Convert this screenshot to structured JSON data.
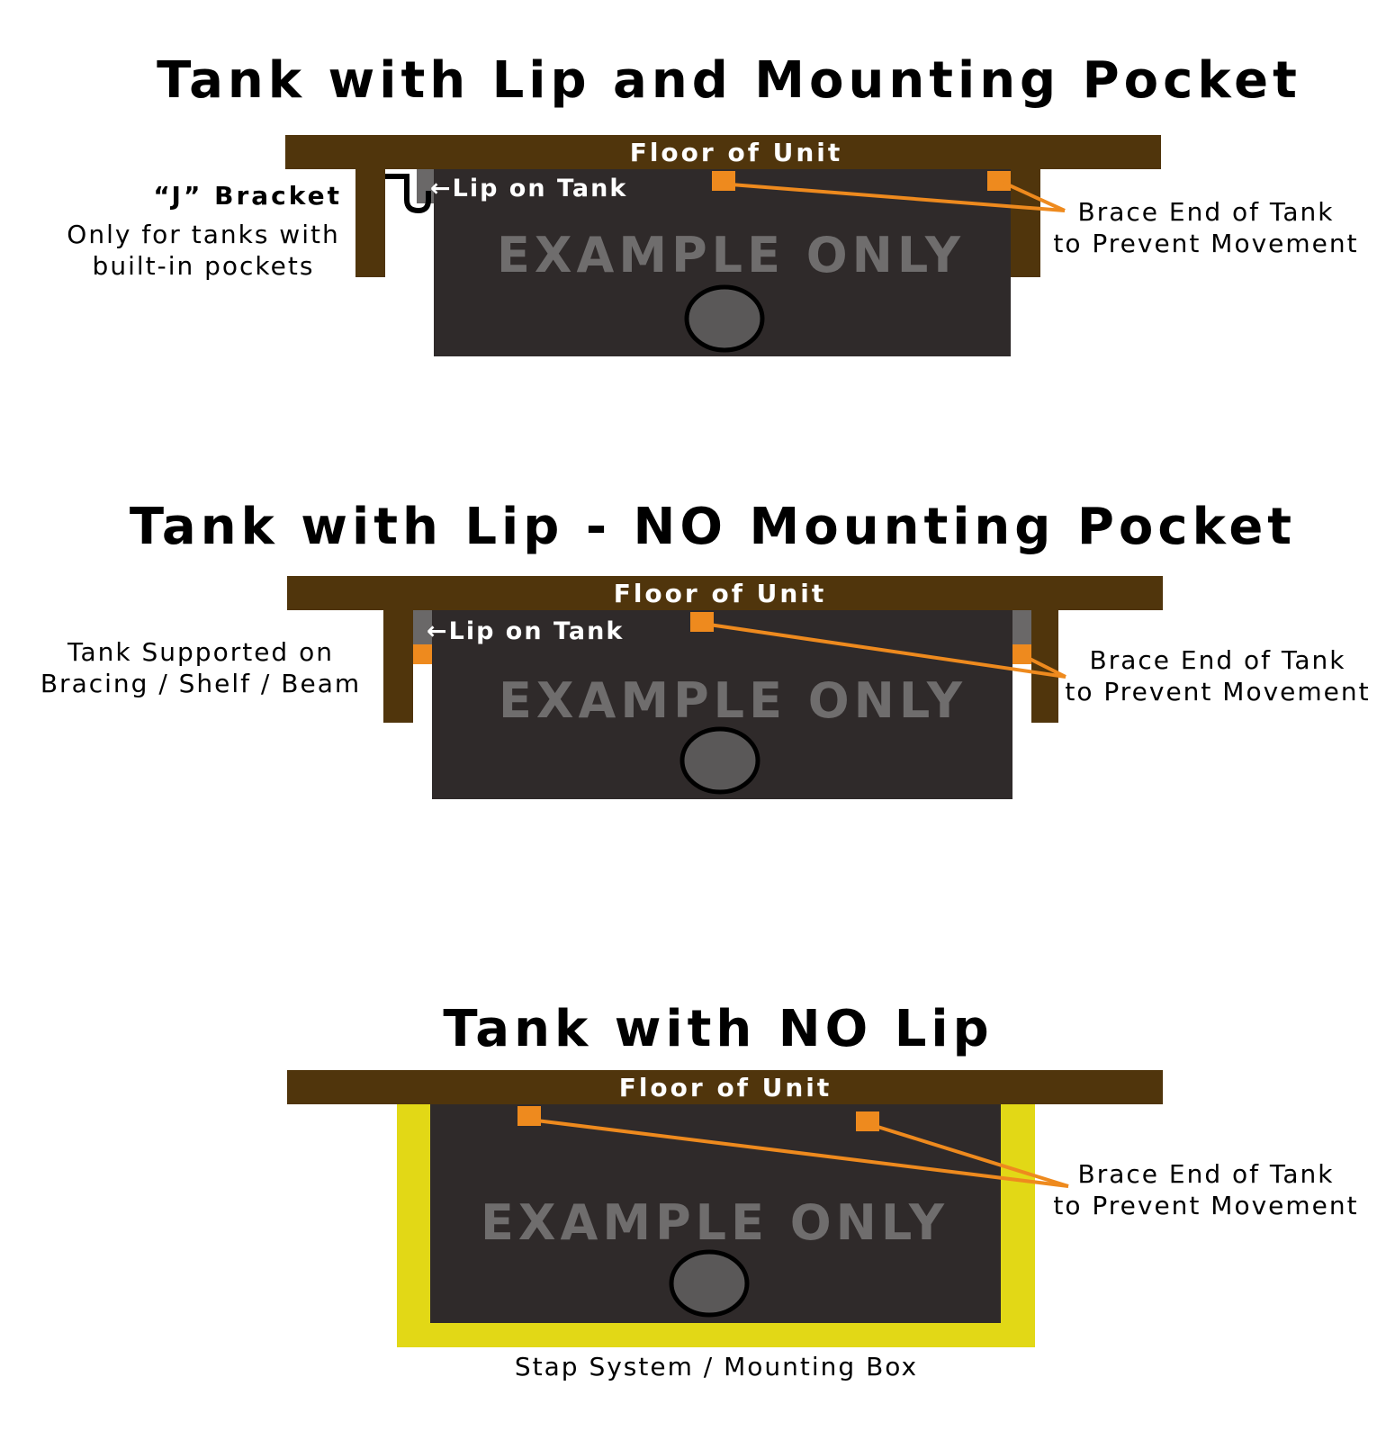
{
  "colors": {
    "floor": "#50350c",
    "tank": "#2f2a2a",
    "brace": "#ee8a1e",
    "lip": "#6a6868",
    "drain": "#5a5858",
    "strap_box": "#e2d816",
    "example_text": "#6f6d6d"
  },
  "icons": [
    "drain-circle",
    "j-bracket-hook",
    "left-arrow"
  ],
  "section1": {
    "title": "Tank with Lip and Mounting Pocket",
    "floor_label": "Floor of Unit",
    "lip_label": "←Lip on Tank",
    "watermark": "EXAMPLE ONLY",
    "j_bracket_title": "“J” Bracket",
    "j_bracket_note_line1": "Only for tanks with",
    "j_bracket_note_line2": "built-in pockets",
    "brace_line1": "Brace End of Tank",
    "brace_line2": "to Prevent Movement"
  },
  "section2": {
    "title": "Tank with Lip - NO Mounting Pocket",
    "floor_label": "Floor of Unit",
    "lip_label": "←Lip on Tank",
    "watermark": "EXAMPLE ONLY",
    "support_line1": "Tank Supported on",
    "support_line2": "Bracing / Shelf / Beam",
    "brace_line1": "Brace End of Tank",
    "brace_line2": "to Prevent Movement"
  },
  "section3": {
    "title": "Tank with NO Lip",
    "floor_label": "Floor of Unit",
    "watermark": "EXAMPLE ONLY",
    "brace_line1": "Brace End of Tank",
    "brace_line2": "to Prevent Movement",
    "strap_label": "Stap System / Mounting Box"
  }
}
